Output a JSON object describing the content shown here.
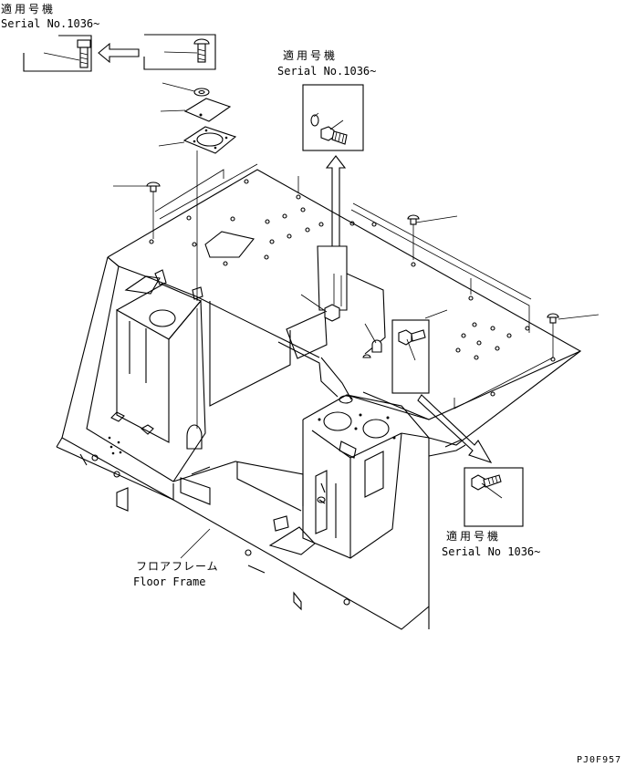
{
  "callouts": {
    "top_left": {
      "line1": "適用号機",
      "line2": "Serial No.1036~"
    },
    "top_center": {
      "line1": "適用号機",
      "line2": "Serial No.1036~"
    },
    "bottom_right": {
      "line1": "適用号機",
      "line2": "Serial No 1036~"
    }
  },
  "main_label": {
    "line1": "フロアフレーム",
    "line2": "Floor Frame"
  },
  "drawing_code": "PJ0F957",
  "icons": [
    "arrow-left-icon",
    "arrow-up-icon",
    "arrow-down-right-icon",
    "bolt-icon",
    "washer-icon",
    "plate-icon",
    "gasket-icon"
  ]
}
